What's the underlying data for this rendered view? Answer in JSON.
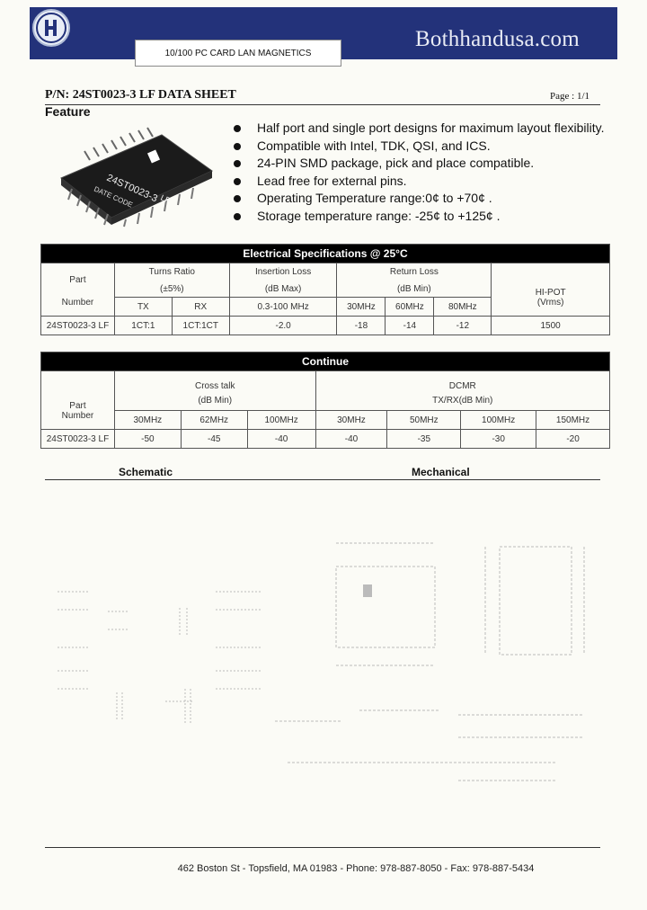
{
  "header": {
    "site": "Bothhandusa.com",
    "subtitle": "10/100 PC CARD LAN MAGNETICS",
    "part_title": "P/N: 24ST0023-3 LF DATA SHEET",
    "page": "Page : 1/1",
    "banner_color": "#23327a"
  },
  "feature": {
    "heading": "Feature",
    "chip_text": [
      "24ST0023-3",
      "LF",
      "DATE CODE"
    ],
    "bullets": [
      "Half port and single port designs for maximum layout flexibility.",
      "Compatible with Intel, TDK, QSI, and ICS.",
      "24-PIN SMD package, pick and place compatible.",
      "Lead free for external pins.",
      "Operating Temperature range:0¢   to +70¢ .",
      "Storage temperature range: -25¢   to +125¢ ."
    ]
  },
  "elec": {
    "title": "Electrical Specifications @ 25°C",
    "part_label": "Part",
    "number_label": "Number",
    "turns": "Turns Ratio",
    "turns_sub": "(±5%)",
    "insertion": "Insertion Loss",
    "insertion_sub": "(dB Max)",
    "return": "Return Loss",
    "return_sub": "(dB Min)",
    "hipot": "HI-POT",
    "hipot_sub": "(Vrms)",
    "tx": "TX",
    "rx": "RX",
    "il_freq": "0.3-100 MHz",
    "rl_f1": "30MHz",
    "rl_f2": "60MHz",
    "rl_f3": "80MHz",
    "row": {
      "part": "24ST0023-3 LF",
      "tx": "1CT:1",
      "rx": "1CT:1CT",
      "il": "-2.0",
      "rl1": "-18",
      "rl2": "-14",
      "rl3": "-12",
      "hipot": "1500"
    }
  },
  "cont": {
    "title": "Continue",
    "part_label": "Part",
    "number_label": "Number",
    "crosstalk": "Cross talk",
    "crosstalk_sub": "(dB Min)",
    "dcmr": "DCMR",
    "dcmr_sub": "TX/RX(dB Min)",
    "ct_f1": "30MHz",
    "ct_f2": "62MHz",
    "ct_f3": "100MHz",
    "dc_f1": "30MHz",
    "dc_f2": "50MHz",
    "dc_f3": "100MHz",
    "dc_f4": "150MHz",
    "row": {
      "part": "24ST0023-3 LF",
      "ct1": "-50",
      "ct2": "-45",
      "ct3": "-40",
      "dc1": "-40",
      "dc2": "-35",
      "dc3": "-30",
      "dc4": "-20"
    }
  },
  "sections": {
    "schematic": "Schematic",
    "mechanical": "Mechanical"
  },
  "footer": {
    "address": "462 Boston St - Topsfield, MA 01983",
    "phone": "Phone: 978-887-8050",
    "fax": "Fax: 978-887-5434"
  }
}
